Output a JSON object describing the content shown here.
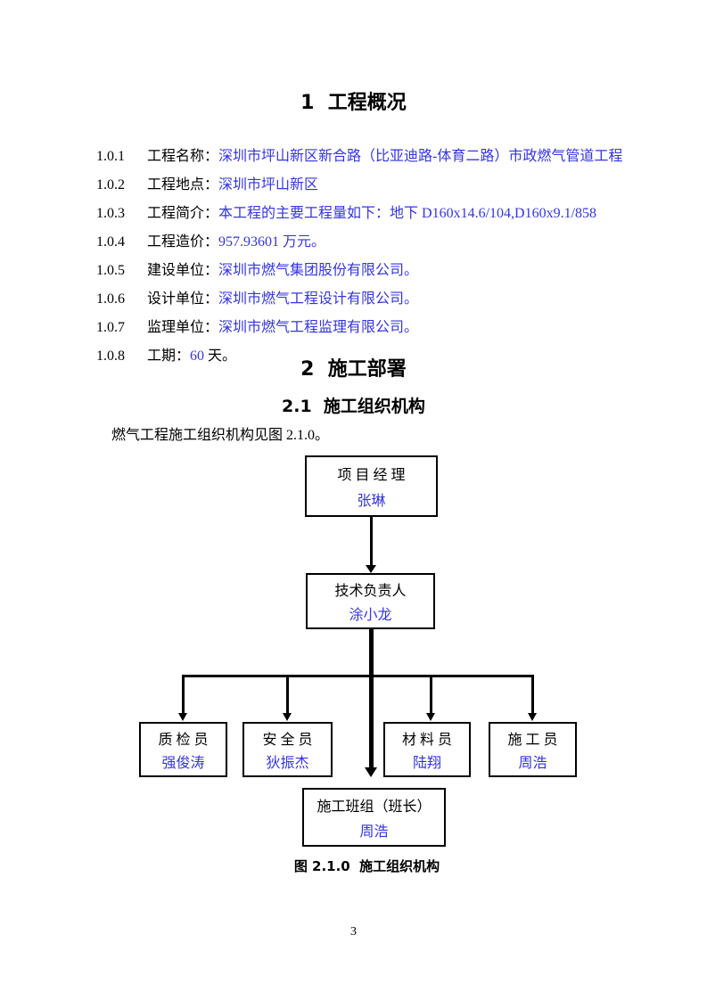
{
  "colors": {
    "link_blue": "#3535dd",
    "text": "#000000"
  },
  "headings": {
    "h1": "1  工程概况",
    "h2": "2  施工部署",
    "h2_1": "2.1  施工组织机构"
  },
  "items": [
    {
      "num": "1.0.1",
      "label": "工程名称：",
      "value": "深圳市坪山新区新合路（比亚迪路-体育二路）市政燃气管道工程",
      "suffix": ""
    },
    {
      "num": "1.0.2",
      "label": "工程地点：",
      "value": "深圳市坪山新区",
      "suffix": ""
    },
    {
      "num": "1.0.3",
      "label": "工程简介：",
      "value": "本工程的主要工程量如下：地下 D160x14.6/104,D160x9.1/858",
      "suffix": ""
    },
    {
      "num": "1.0.4",
      "label": "工程造价：",
      "value": "957.93601 万元。",
      "suffix": ""
    },
    {
      "num": "1.0.5",
      "label": "建设单位：",
      "value": "深圳市燃气集团股份有限公司。",
      "suffix": ""
    },
    {
      "num": "1.0.6",
      "label": "设计单位：",
      "value": "深圳市燃气工程设计有限公司。",
      "suffix": ""
    },
    {
      "num": "1.0.7",
      "label": "监理单位：",
      "value": "深圳市燃气工程监理有限公司。",
      "suffix": ""
    },
    {
      "num": "1.0.8",
      "label": "工期：",
      "value": "60",
      "suffix": " 天。"
    }
  ],
  "paragraph": {
    "text": "燃气工程施工组织机构见图 2.1.0。"
  },
  "chart": {
    "pm": {
      "title": "项 目 经 理",
      "name": "张琳"
    },
    "tech": {
      "title": "技术负责人",
      "name": "涂小龙"
    },
    "qc": {
      "title": "质 检 员",
      "name": "强俊涛"
    },
    "safety": {
      "title": "安 全 员",
      "name": "狄振杰"
    },
    "material": {
      "title": "材 料 员",
      "name": "陆翔"
    },
    "builder": {
      "title": "施 工 员",
      "name": "周浩"
    },
    "team": {
      "title": "施工班组（班长）",
      "name": "周浩"
    },
    "caption": "图 2.1.0  施工组织机构"
  },
  "footer": {
    "page_number": "3"
  }
}
